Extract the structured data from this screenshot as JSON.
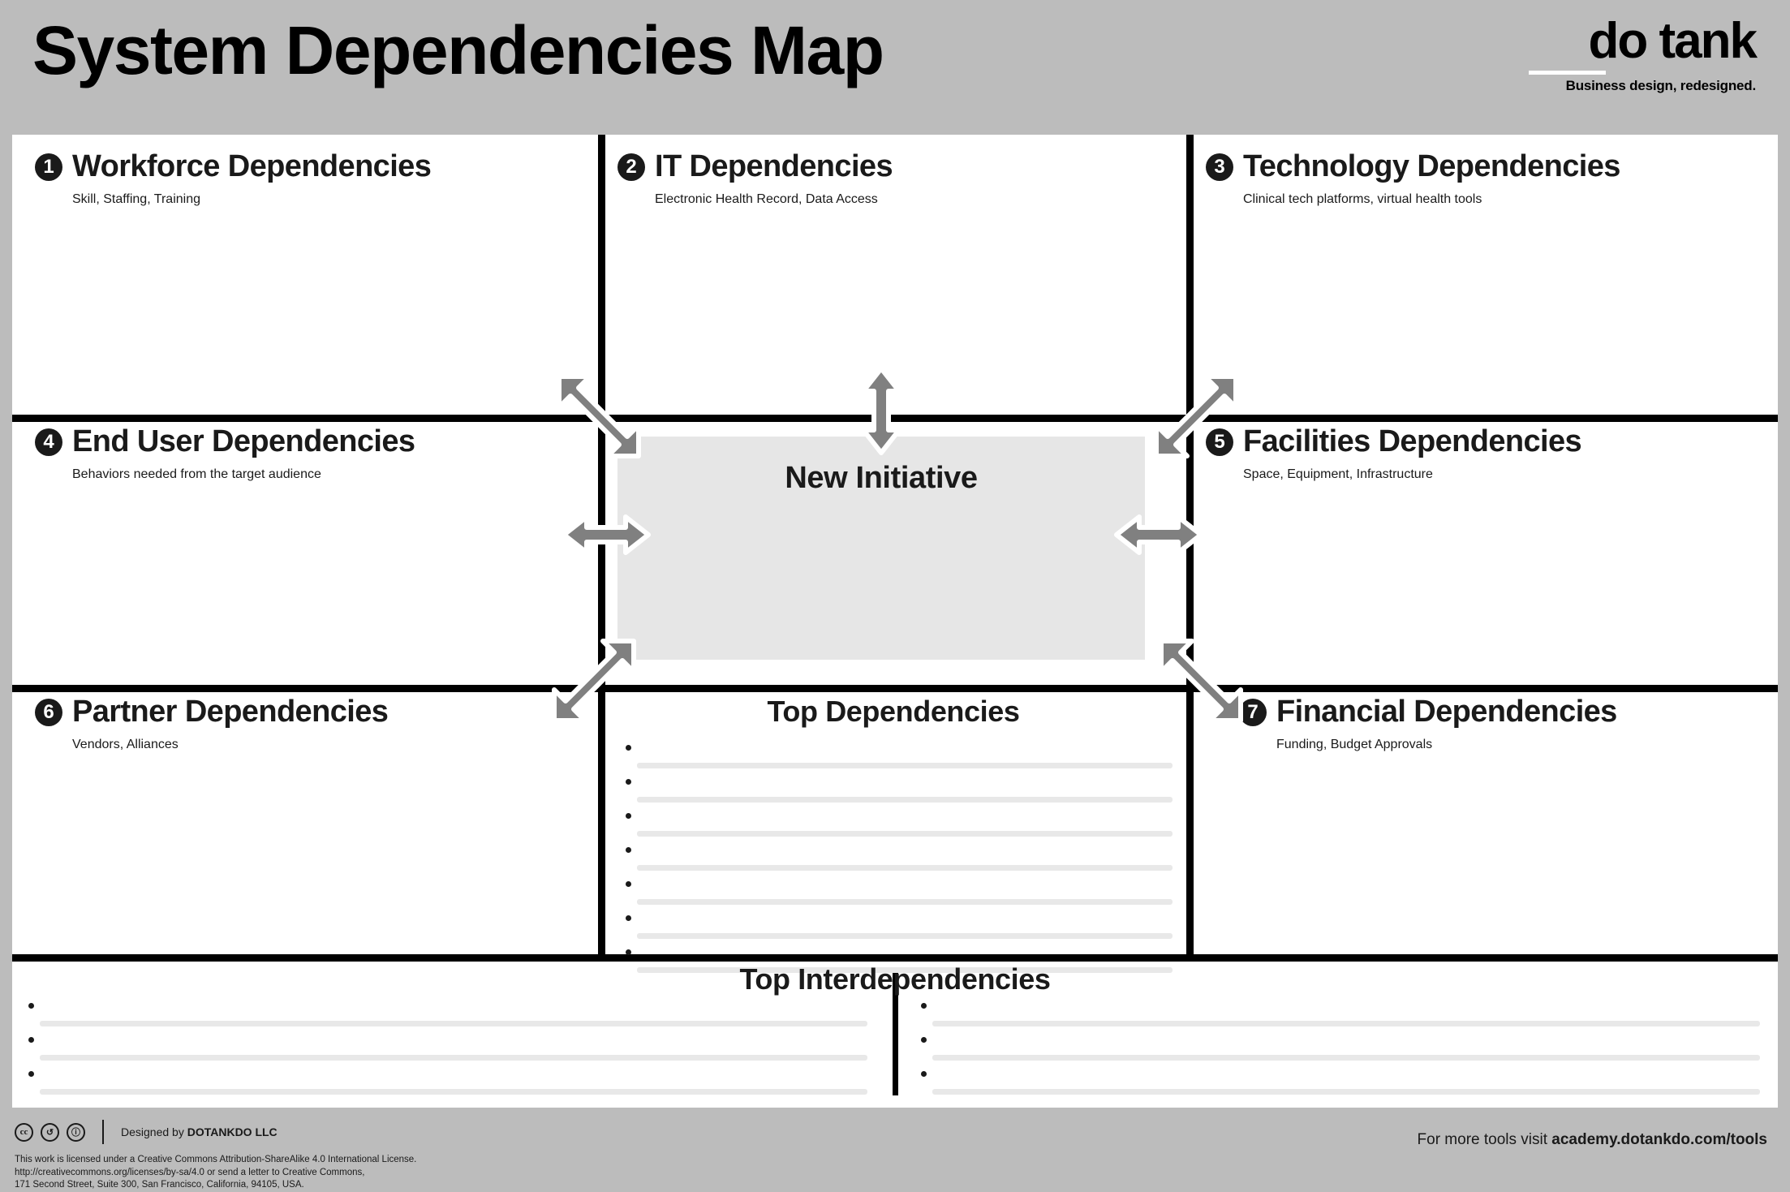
{
  "header": {
    "title": "System Dependencies Map",
    "brand_logo": "do tank",
    "brand_tagline": "Business design, redesigned."
  },
  "center": {
    "label": "New Initiative"
  },
  "quadrants": [
    {
      "number": "1",
      "title": "Workforce Dependencies",
      "subtitle": "Skill, Staffing, Training"
    },
    {
      "number": "2",
      "title": "IT Dependencies",
      "subtitle": "Electronic Health Record, Data Access"
    },
    {
      "number": "3",
      "title": "Technology Dependencies",
      "subtitle": "Clinical tech platforms, virtual health tools"
    },
    {
      "number": "4",
      "title": "End User Dependencies",
      "subtitle": "Behaviors needed from the target audience"
    },
    {
      "number": "5",
      "title": "Facilities Dependencies",
      "subtitle": "Space, Equipment, Infrastructure"
    },
    {
      "number": "6",
      "title": "Partner Dependencies",
      "subtitle": "Vendors, Alliances"
    },
    {
      "number": "7",
      "title": "Financial Dependencies",
      "subtitle": "Funding, Budget Approvals"
    }
  ],
  "top_dependencies": {
    "title": "Top Dependencies",
    "entries": [
      "",
      "",
      "",
      "",
      "",
      "",
      ""
    ]
  },
  "top_interdependencies": {
    "title": "Top Interdependencies",
    "left_entries": [
      "",
      "",
      ""
    ],
    "right_entries": [
      "",
      "",
      ""
    ]
  },
  "footer": {
    "cc_icons": [
      "cc",
      "↺",
      "ⓘ"
    ],
    "designed_by_prefix": "Designed by ",
    "designed_by_name": "DOTANKDO LLC",
    "license_line1": "This work is licensed under a Creative Commons Attribution-ShareAlike 4.0 International License.",
    "license_line2": "http://creativecommons.org/licenses/by-sa/4.0 or send a letter to Creative Commons,",
    "license_line3": "171 Second Street, Suite 300, San Francisco, California, 94105, USA.",
    "more_tools_prefix": "For more tools visit ",
    "more_tools_link": "academy.dotankdo.com/tools"
  },
  "colors": {
    "page_background": "#bcbcbc",
    "canvas": "#ffffff",
    "ink": "#1a1a1a",
    "center_fill": "#e6e6e6",
    "arrow": "#808080",
    "rule": "#e8e8e8"
  }
}
